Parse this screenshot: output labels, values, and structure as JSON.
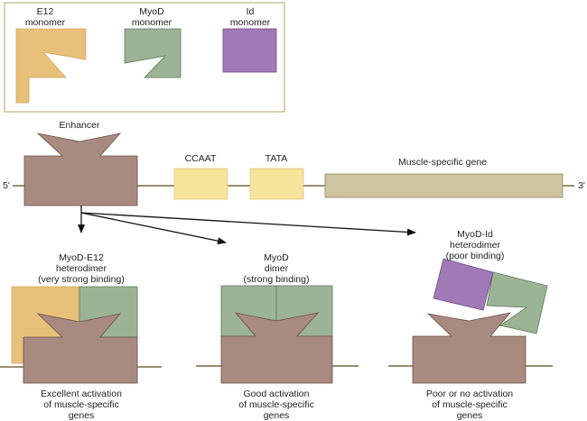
{
  "legend": {
    "items": [
      {
        "label": "E12\nmonomer",
        "color": "#e8c07a"
      },
      {
        "label": "MyoD\nmonomer",
        "color": "#9cb395"
      },
      {
        "label": "Id\nmonomer",
        "color": "#a07ab6"
      }
    ]
  },
  "gene_map": {
    "enhancer_label": "Enhancer",
    "ccaat_label": "CCAAT",
    "tata_label": "TATA",
    "gene_label": "Muscle-specific gene",
    "five_prime": "5'",
    "three_prime": "3'"
  },
  "panels": [
    {
      "title": "MyoD-E12\nheterodimer\n(very strong binding)",
      "outcome": "Excellent activation\nof muscle-specific\ngenes"
    },
    {
      "title": "MyoD\ndimer\n(strong binding)",
      "outcome": "Good activation\nof muscle-specific\ngenes"
    },
    {
      "title": "MyoD-Id\nheterodimer\n(poor binding)",
      "outcome": "Poor or no activation\nof muscle-specific\ngenes"
    }
  ],
  "colors": {
    "e12": "#e8c07a",
    "myod": "#9cb395",
    "id": "#a07ab6",
    "enhancer": "#a88a80",
    "promoter": "#f7e49d",
    "gene": "#cfc4a0",
    "dna": "#5a4a1a",
    "legend_border": "#c9c49a"
  }
}
